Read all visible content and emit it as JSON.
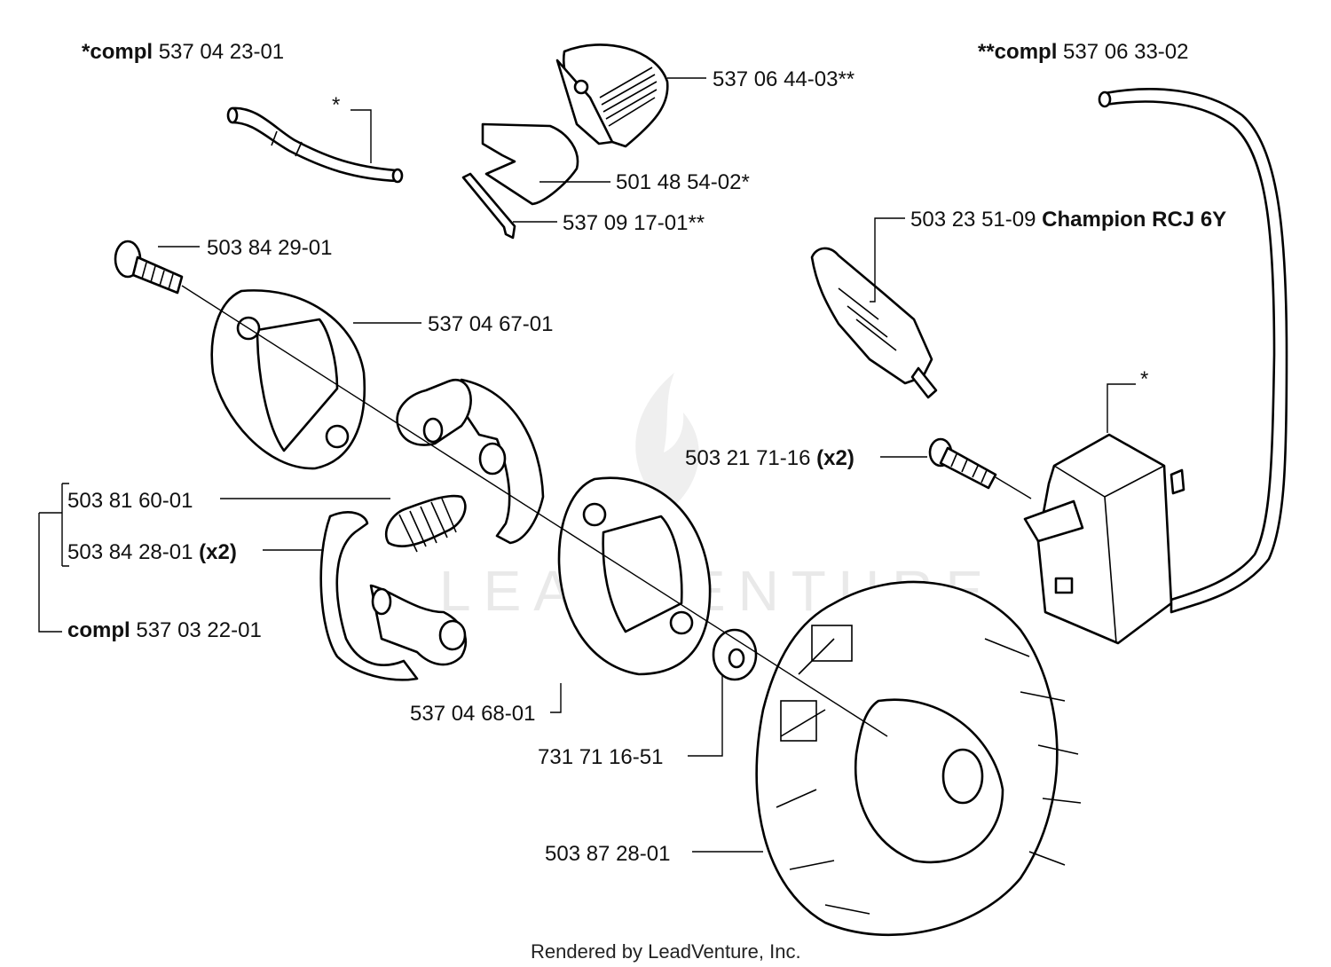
{
  "labels": {
    "top_left_compl": {
      "prefix": "*compl",
      "number": "537 04 23-01"
    },
    "top_right_compl": {
      "prefix": "**compl",
      "number": "537 06 33-02"
    },
    "cover": "537 06 44-03**",
    "plate": "501 48 54-02*",
    "wire_clip": "537 09 17-01**",
    "hose_mark": "*",
    "spark_plug": {
      "number": "503 23 51-09",
      "note": "Champion RCJ 6Y"
    },
    "screw": "503 84 29-01",
    "clutch_plate_top": "537 04 67-01",
    "module_screw": {
      "number": "503 21 71-16",
      "qty": "(x2)"
    },
    "module_mark": "*",
    "spring": "503 81 60-01",
    "shoe": {
      "number": "503 84 28-01",
      "qty": "(x2)"
    },
    "clutch_compl": {
      "prefix": "compl",
      "number": "537 03 22-01"
    },
    "clutch_plate_bottom": "537 04 68-01",
    "washer": "731 71 16-51",
    "flywheel": "503 87 28-01"
  },
  "watermark": "LEADVENTURE",
  "footer": "Rendered by LeadVenture, Inc."
}
